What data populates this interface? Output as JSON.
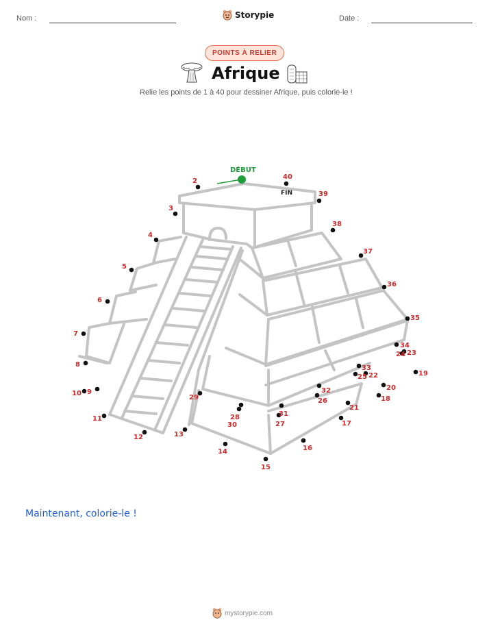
{
  "header": {
    "name_label": "Nom :",
    "date_label": "Date :",
    "brand": "Storypie"
  },
  "badge": "POINTS À RELIER",
  "title": "Afrique",
  "subtitle": "Relie les points de 1 à 40 pour dessiner Afrique, puis colorie-le !",
  "markers": {
    "start": "DÉBUT",
    "end": "FIN"
  },
  "dots": [
    {
      "n": "2"
    },
    {
      "n": "3"
    },
    {
      "n": "4"
    },
    {
      "n": "5"
    },
    {
      "n": "6"
    },
    {
      "n": "7"
    },
    {
      "n": "8"
    },
    {
      "n": "9"
    },
    {
      "n": "10"
    },
    {
      "n": "11"
    },
    {
      "n": "12"
    },
    {
      "n": "13"
    },
    {
      "n": "14"
    },
    {
      "n": "15"
    },
    {
      "n": "16"
    },
    {
      "n": "17"
    },
    {
      "n": "18"
    },
    {
      "n": "19"
    },
    {
      "n": "20"
    },
    {
      "n": "21"
    },
    {
      "n": "22"
    },
    {
      "n": "23"
    },
    {
      "n": "24"
    },
    {
      "n": "25"
    },
    {
      "n": "26"
    },
    {
      "n": "27"
    },
    {
      "n": "28"
    },
    {
      "n": "29"
    },
    {
      "n": "30"
    },
    {
      "n": "31"
    },
    {
      "n": "32"
    },
    {
      "n": "33"
    },
    {
      "n": "34"
    },
    {
      "n": "35"
    },
    {
      "n": "36"
    },
    {
      "n": "37"
    },
    {
      "n": "38"
    },
    {
      "n": "39"
    },
    {
      "n": "40"
    }
  ],
  "color_prompt": "Maintenant, colorie-le !",
  "footer": "mystorypie.com",
  "colors": {
    "accent_red": "#cc2a2a",
    "start_green": "#1f9d3a",
    "prompt_blue": "#1f5fd1",
    "drawing_grey": "#c4c4c4"
  }
}
